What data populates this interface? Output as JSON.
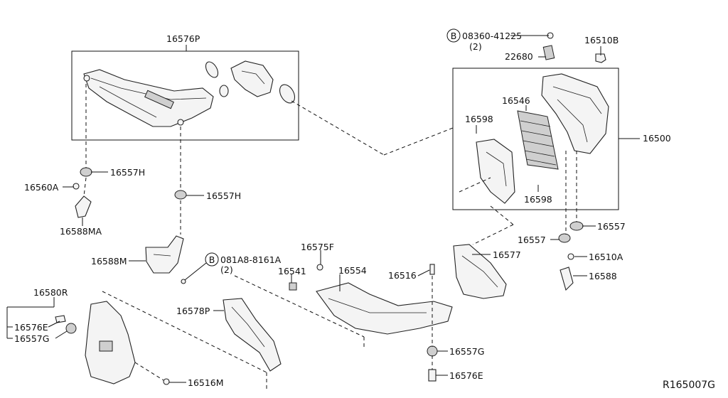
{
  "diagram": {
    "code": "R165007G",
    "bolt_symbol": "B",
    "labels": {
      "p16576P": "16576P",
      "p08360": "08360-41225",
      "p08360_qty": "(2)",
      "p16510B": "16510B",
      "p22680": "22680",
      "p16546": "16546",
      "p16598a": "16598",
      "p16598b": "16598",
      "p16500": "16500",
      "p16557H_a": "16557H",
      "p16560A": "16560A",
      "p16557H_b": "16557H",
      "p16588MA": "16588MA",
      "p16557_a": "16557",
      "p16557_b": "16557",
      "p16575F": "16575F",
      "p16577": "16577",
      "p16510A": "16510A",
      "p16588M": "16588M",
      "p081A8": "081A8-8161A",
      "p081A8_qty": "(2)",
      "p16541": "16541",
      "p16554": "16554",
      "p16516": "16516",
      "p16588": "16588",
      "p16580R": "16580R",
      "p16578P": "16578P",
      "p16576E_a": "16576E",
      "p16557G_a": "16557G",
      "p16557G_b": "16557G",
      "p16516M": "16516M",
      "p16576E_b": "16576E"
    }
  }
}
